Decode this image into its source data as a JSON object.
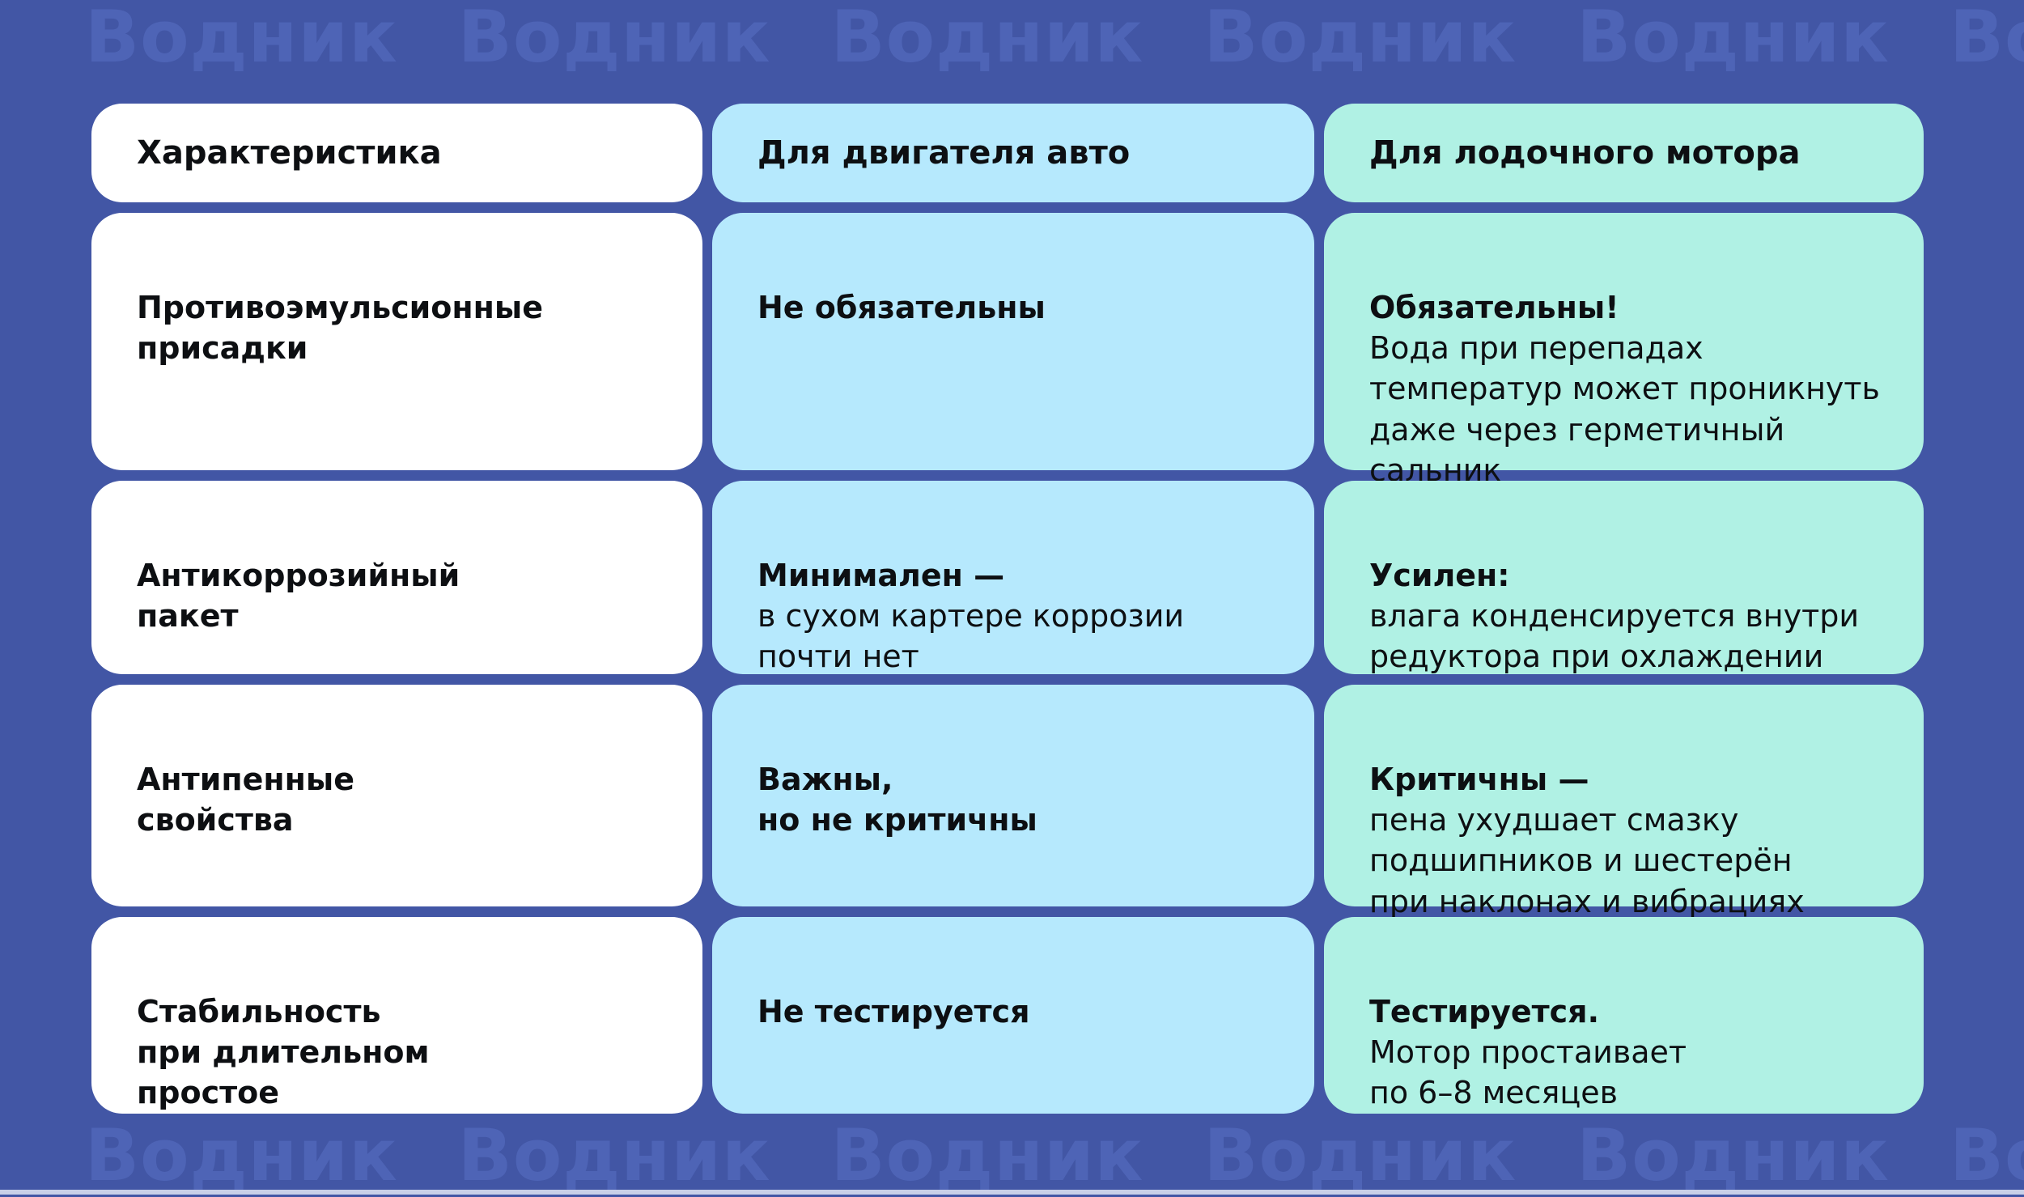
{
  "brand": {
    "watermark_text": "Водник"
  },
  "colors": {
    "background": "#4256a5",
    "watermark": "#4e64b6",
    "column_characteristic": "#ffffff",
    "column_auto_engine": "#b6e9fd",
    "column_boat_motor": "#b0f1e4",
    "text": "#0d0f12"
  },
  "table": {
    "headers": [
      {
        "label": "Характеристика"
      },
      {
        "label": "Для двигателя авто"
      },
      {
        "label": "Для лодочного мотора"
      }
    ],
    "rows": [
      {
        "characteristic": "Противоэмульсионные\nприсадки",
        "auto": {
          "lead": "Не обязательны",
          "body": ""
        },
        "boat": {
          "lead": "Обязательны!",
          "body": "\nВода при перепадах\nтемператур может проникнуть\nдаже через герметичный\nсальник"
        }
      },
      {
        "characteristic": "Антикоррозийный\nпакет",
        "auto": {
          "lead": "Минимален —",
          "body": "\nв сухом картере коррозии\nпочти нет"
        },
        "boat": {
          "lead": "Усилен:",
          "body": "\nвлага конденсируется внутри\nредуктора при охлаждении"
        }
      },
      {
        "characteristic": "Антипенные\nсвойства",
        "auto": {
          "lead": "Важны,\nно не критичны",
          "body": ""
        },
        "boat": {
          "lead": "Критичны —",
          "body": "\nпена ухудшает смазку\nподшипников и шестерён\nпри наклонах и вибрациях"
        }
      },
      {
        "characteristic": "Стабильность\nпри длительном\nпростое",
        "auto": {
          "lead": "Не тестируется",
          "body": ""
        },
        "boat": {
          "lead": "Тестируется.",
          "body": "\nМотор простаивает\nпо 6–8 месяцев"
        }
      }
    ]
  }
}
